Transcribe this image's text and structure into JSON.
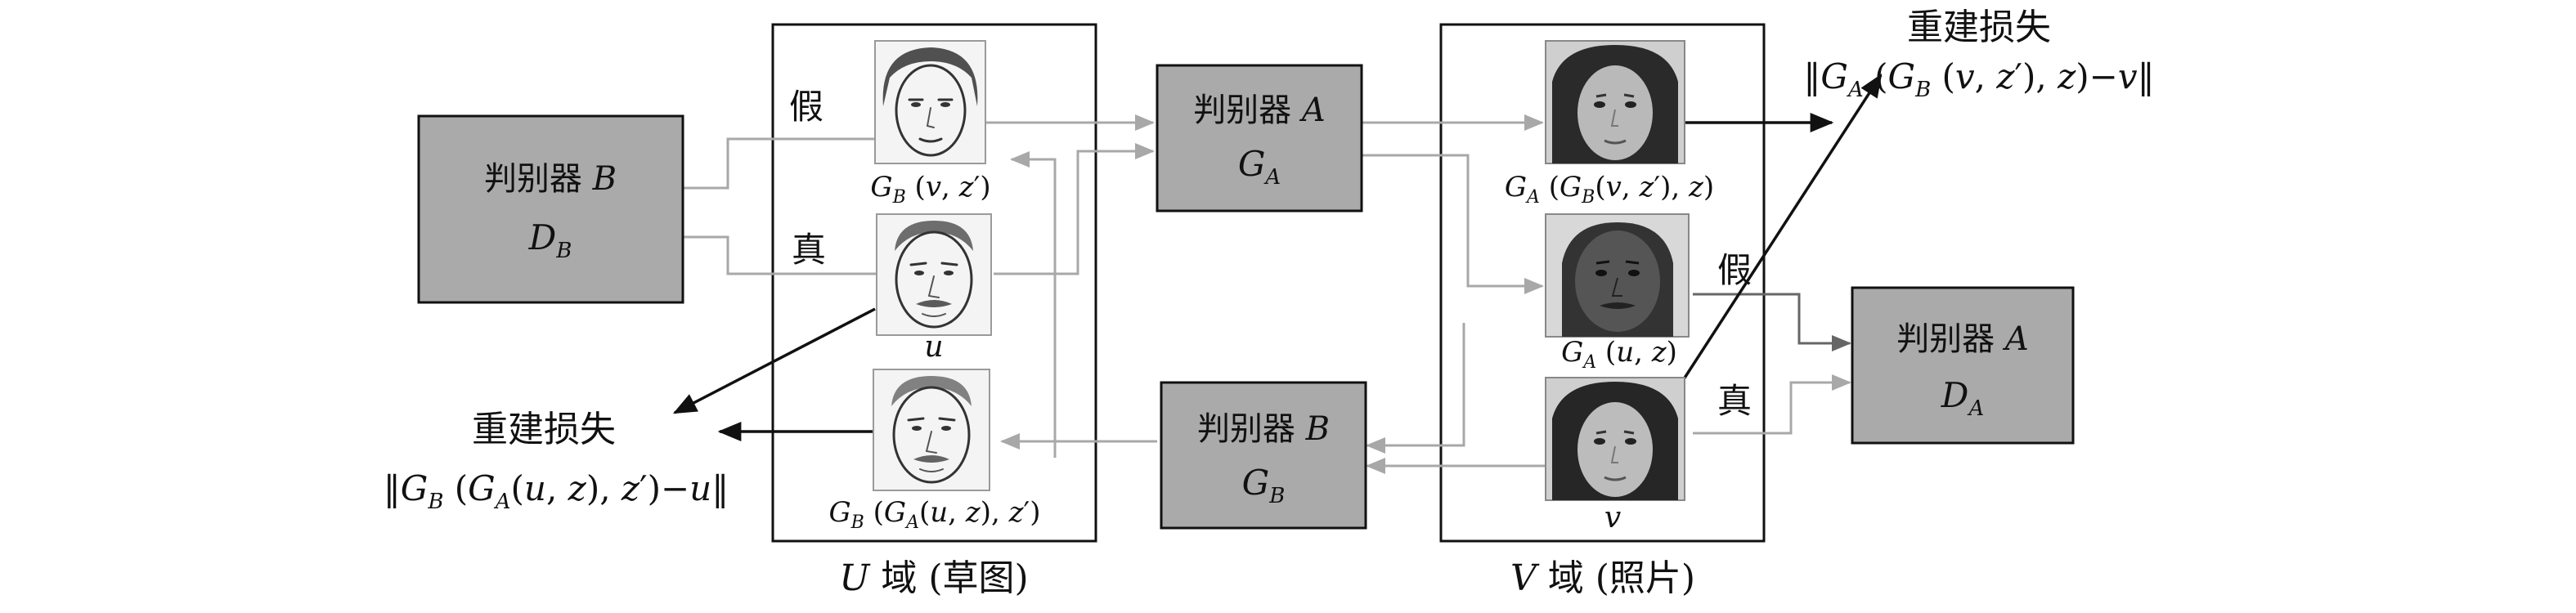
{
  "discriminator_b_left": {
    "line1": "判别器 ",
    "var1": "B",
    "var2": "D",
    "sub2": "B"
  },
  "generator_a": {
    "line1": "判别器 ",
    "var1": "A",
    "var2": "G",
    "sub2": "A"
  },
  "generator_b": {
    "line1": "判别器 ",
    "var1": "B",
    "var2": "G",
    "sub2": "B"
  },
  "discriminator_a_right": {
    "line1": "判别器 ",
    "var1": "A",
    "var2": "D",
    "sub2": "A"
  },
  "labels": {
    "fake": "假",
    "real": "真",
    "u_domain": "U",
    "u_domain_rest": " 域 (草图)",
    "v_domain": "V",
    "v_domain_rest": " 域 (照片)",
    "recon_title": "重建损失",
    "u_var": "u",
    "v_var": "v"
  },
  "icons": {
    "sketch_fake": "sketch-face-female-icon",
    "sketch_real": "sketch-face-male-icon",
    "sketch_recon": "sketch-face-male-recon-icon",
    "photo_recon": "photo-face-female-recon-icon",
    "photo_fake": "photo-face-male-dark-icon",
    "photo_real": "photo-face-female-icon"
  },
  "colors": {
    "box_fill": "#aaaaaa",
    "gray_arrow": "#aaaaaa",
    "dark_arrow": "#111111"
  }
}
